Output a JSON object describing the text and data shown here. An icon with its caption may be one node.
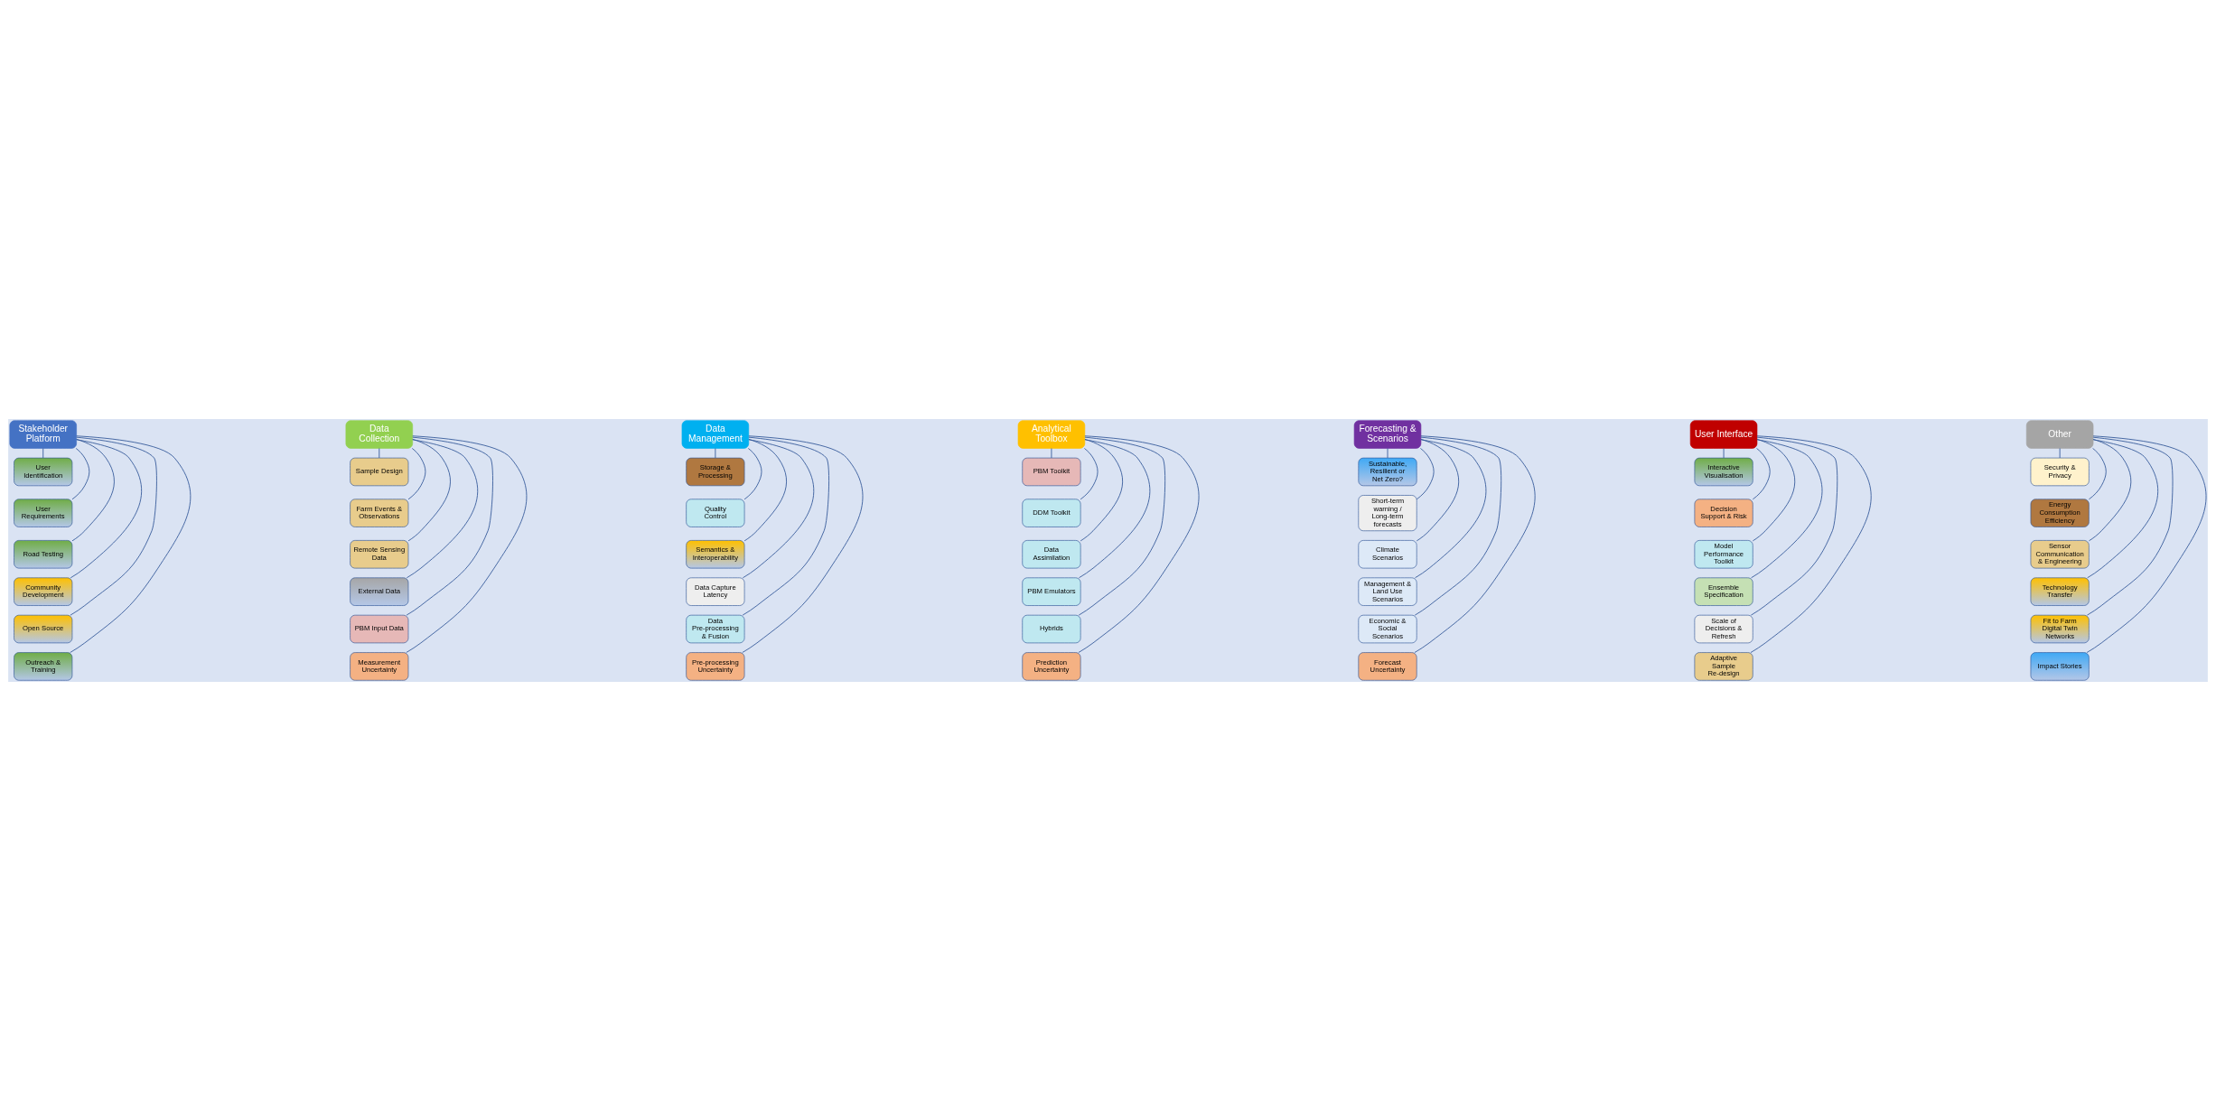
{
  "diagram": {
    "nodes": [
      {
        "text": [
          "Stakeholder Platform"
        ]
      },
      {
        "text": [
          "User Identification"
        ]
      },
      {
        "text": [
          "User Requirements"
        ]
      },
      {
        "text": [
          "Road Testing"
        ]
      },
      {
        "text": [
          "Community Development"
        ]
      },
      {
        "text": [
          "Open Source"
        ]
      },
      {
        "text": [
          "Outreach & Training"
        ]
      },
      {
        "text": [
          "Data Collection"
        ]
      },
      {
        "text": [
          "Sample Design"
        ]
      },
      {
        "text": [
          "Farm Events & Observations"
        ]
      },
      {
        "text": [
          "Remote Sensing Data"
        ]
      },
      {
        "text": [
          "External Data"
        ]
      },
      {
        "text": [
          "PBM Input Data"
        ]
      },
      {
        "text": [
          "Measurement Uncertainty"
        ]
      },
      {
        "text": [
          "Data Management"
        ]
      },
      {
        "text": [
          "Storage & Processing"
        ]
      },
      {
        "text": [
          "Quality Control"
        ]
      },
      {
        "text": [
          "Semantics & Interoperability"
        ]
      },
      {
        "text": [
          "Data Capture Latency"
        ]
      },
      {
        "text": [
          "Data Pre-processing & Fusion"
        ]
      },
      {
        "text": [
          "Pre-processing Uncertainty"
        ]
      },
      {
        "text": [
          "Analytical Toolbox"
        ]
      },
      {
        "text": [
          "PBM Toolkit"
        ]
      },
      {
        "text": [
          "DDM Toolkit"
        ]
      },
      {
        "text": [
          "Data Assimilation"
        ]
      },
      {
        "text": [
          "PBM Emulators"
        ]
      },
      {
        "text": [
          "Hybrids"
        ]
      },
      {
        "text": [
          "Prediction Uncertainty"
        ]
      },
      {
        "text": [
          "Forecasting & Scenarios"
        ]
      },
      {
        "text": [
          "Sustainable, Resilient or Net Zero?"
        ]
      },
      {
        "text": [
          "Short-term warning / Long-term forecasts"
        ]
      },
      {
        "text": [
          "Climate Scenarios"
        ]
      },
      {
        "text": [
          "Management & Land Use Scenarios"
        ]
      },
      {
        "text": [
          "Economic & Social Scenarios"
        ]
      },
      {
        "text": [
          "Forecast Uncertainty"
        ]
      },
      {
        "text": [
          "User Interface"
        ]
      },
      {
        "text": [
          "Interactive Visualisation"
        ]
      },
      {
        "text": [
          "Decision Support & Risk"
        ]
      },
      {
        "text": [
          "Model Performance Toolkit"
        ]
      },
      {
        "text": [
          "Ensemble Specification"
        ]
      },
      {
        "text": [
          "Scale of Decisions & Refresh"
        ]
      },
      {
        "text": [
          "Adaptive Sample Re-design"
        ]
      },
      {
        "text": [
          "Other"
        ]
      },
      {
        "text": [
          "Security & Privacy"
        ]
      },
      {
        "text": [
          "Energy Consumption Efficiency"
        ]
      },
      {
        "text": [
          "Sensor Communication & Engineering"
        ]
      },
      {
        "text": [
          "Technology Transfer"
        ]
      },
      {
        "text": [
          "Fit to Farm Digital Twin Networks"
        ]
      },
      {
        "text": [
          "Impact Stories"
        ]
      }
    ],
    "edges": [
      {
        "from": 0,
        "to": 1,
        "arrow": "none"
      },
      {
        "from": 0,
        "to": 2,
        "arrow": "none"
      },
      {
        "from": 0,
        "to": 3,
        "arrow": "none"
      },
      {
        "from": 0,
        "to": 4,
        "arrow": "none"
      },
      {
        "from": 0,
        "to": 5,
        "arrow": "none"
      },
      {
        "from": 0,
        "to": 6,
        "arrow": "none"
      },
      {
        "from": 7,
        "to": 8,
        "arrow": "none"
      },
      {
        "from": 7,
        "to": 9,
        "arrow": "none"
      },
      {
        "from": 7,
        "to": 10,
        "arrow": "none"
      },
      {
        "from": 7,
        "to": 11,
        "arrow": "none"
      },
      {
        "from": 7,
        "to": 12,
        "arrow": "none"
      },
      {
        "from": 7,
        "to": 13,
        "arrow": "none"
      },
      {
        "from": 14,
        "to": 15,
        "arrow": "none"
      },
      {
        "from": 14,
        "to": 16,
        "arrow": "none"
      },
      {
        "from": 14,
        "to": 17,
        "arrow": "none"
      },
      {
        "from": 14,
        "to": 18,
        "arrow": "none"
      },
      {
        "from": 14,
        "to": 19,
        "arrow": "none"
      },
      {
        "from": 14,
        "to": 20,
        "arrow": "none"
      },
      {
        "from": 21,
        "to": 22,
        "arrow": "none"
      },
      {
        "from": 21,
        "to": 23,
        "arrow": "none"
      },
      {
        "from": 21,
        "to": 24,
        "arrow": "none"
      },
      {
        "from": 21,
        "to": 25,
        "arrow": "none"
      },
      {
        "from": 21,
        "to": 26,
        "arrow": "none"
      },
      {
        "from": 21,
        "to": 27,
        "arrow": "none"
      },
      {
        "from": 28,
        "to": 29,
        "arrow": "none"
      },
      {
        "from": 28,
        "to": 30,
        "arrow": "none"
      },
      {
        "from": 28,
        "to": 31,
        "arrow": "none"
      },
      {
        "from": 28,
        "to": 32,
        "arrow": "none"
      },
      {
        "from": 28,
        "to": 33,
        "arrow": "none"
      },
      {
        "from": 28,
        "to": 34,
        "arrow": "none"
      },
      {
        "from": 35,
        "to": 36,
        "arrow": "none"
      },
      {
        "from": 35,
        "to": 37,
        "arrow": "none"
      },
      {
        "from": 35,
        "to": 38,
        "arrow": "none"
      },
      {
        "from": 35,
        "to": 39,
        "arrow": "none"
      },
      {
        "from": 35,
        "to": 40,
        "arrow": "none"
      },
      {
        "from": 35,
        "to": 41,
        "arrow": "none"
      },
      {
        "from": 42,
        "to": 43,
        "arrow": "none"
      },
      {
        "from": 42,
        "to": 44,
        "arrow": "none"
      },
      {
        "from": 42,
        "to": 45,
        "arrow": "none"
      },
      {
        "from": 42,
        "to": 46,
        "arrow": "none"
      },
      {
        "from": 42,
        "to": 47,
        "arrow": "none"
      },
      {
        "from": 42,
        "to": 48,
        "arrow": "none"
      }
    ]
  }
}
